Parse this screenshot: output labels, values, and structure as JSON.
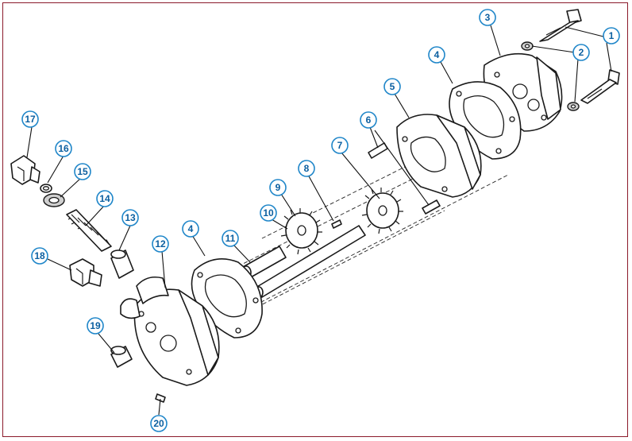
{
  "callouts": [
    {
      "id": "1",
      "label": "1"
    },
    {
      "id": "2",
      "label": "2"
    },
    {
      "id": "3",
      "label": "3"
    },
    {
      "id": "4a",
      "label": "4"
    },
    {
      "id": "5",
      "label": "5"
    },
    {
      "id": "6",
      "label": "6"
    },
    {
      "id": "7",
      "label": "7"
    },
    {
      "id": "8",
      "label": "8"
    },
    {
      "id": "9",
      "label": "9"
    },
    {
      "id": "10",
      "label": "10"
    },
    {
      "id": "11",
      "label": "11"
    },
    {
      "id": "4b",
      "label": "4"
    },
    {
      "id": "12",
      "label": "12"
    },
    {
      "id": "13",
      "label": "13"
    },
    {
      "id": "14",
      "label": "14"
    },
    {
      "id": "15",
      "label": "15"
    },
    {
      "id": "16",
      "label": "16"
    },
    {
      "id": "17",
      "label": "17"
    },
    {
      "id": "18",
      "label": "18"
    },
    {
      "id": "19",
      "label": "19"
    },
    {
      "id": "20",
      "label": "20"
    }
  ],
  "colors": {
    "frame": "#8b1a2b",
    "callout_ring": "#1f86c9",
    "callout_text": "#0b5fa0"
  }
}
